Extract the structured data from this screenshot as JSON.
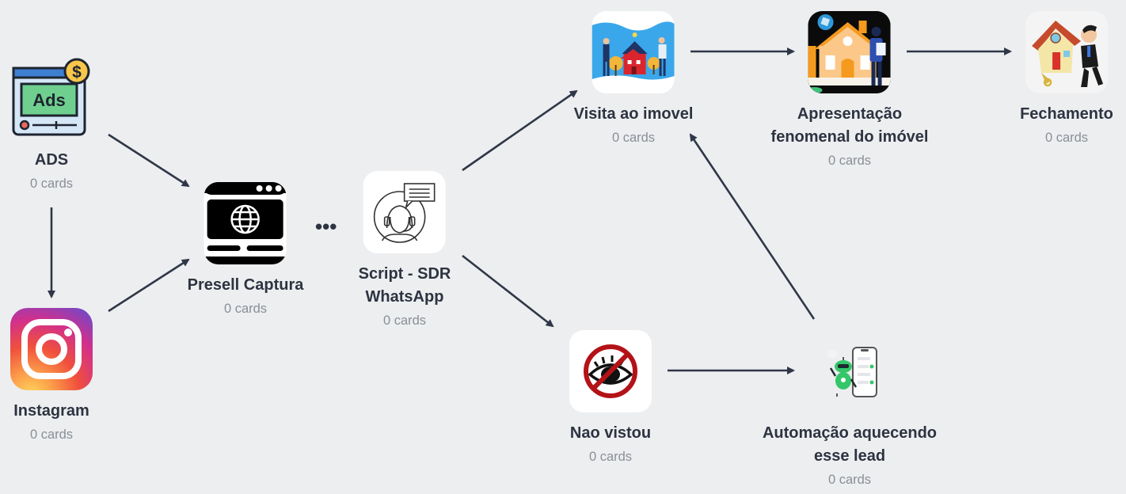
{
  "nodes": [
    {
      "id": "ads",
      "title_lines": [
        "ADS"
      ],
      "count": "0 cards",
      "icon": "ads-icon"
    },
    {
      "id": "instagram",
      "title_lines": [
        "Instagram"
      ],
      "count": "0 cards",
      "icon": "instagram-icon"
    },
    {
      "id": "presell",
      "title_lines": [
        "Presell Captura"
      ],
      "count": "0 cards",
      "icon": "browser-globe-icon"
    },
    {
      "id": "script",
      "title_lines": [
        "Script - SDR",
        "WhatsApp"
      ],
      "count": "0 cards",
      "icon": "sdr-headset-icon"
    },
    {
      "id": "visita",
      "title_lines": [
        "Visita ao imovel"
      ],
      "count": "0 cards",
      "icon": "house-visit-icon"
    },
    {
      "id": "apresentacao",
      "title_lines": [
        "Apresentação",
        "fenomenal do imóvel"
      ],
      "count": "0 cards",
      "icon": "house-presentation-icon"
    },
    {
      "id": "fechamento",
      "title_lines": [
        "Fechamento"
      ],
      "count": "0 cards",
      "icon": "man-carrying-house-icon"
    },
    {
      "id": "naovistou",
      "title_lines": [
        "Nao vistou"
      ],
      "count": "0 cards",
      "icon": "no-eye-icon"
    },
    {
      "id": "automacao",
      "title_lines": [
        "Automação aquecendo",
        "esse lead"
      ],
      "count": "0 cards",
      "icon": "robot-chat-icon"
    }
  ],
  "edges": [
    {
      "from": "ads",
      "to": "presell"
    },
    {
      "from": "ads",
      "to": "instagram"
    },
    {
      "from": "instagram",
      "to": "presell"
    },
    {
      "from": "script",
      "to": "visita"
    },
    {
      "from": "script",
      "to": "naovistou"
    },
    {
      "from": "visita",
      "to": "apresentacao"
    },
    {
      "from": "apresentacao",
      "to": "fechamento"
    },
    {
      "from": "naovistou",
      "to": "automacao"
    },
    {
      "from": "automacao",
      "to": "visita"
    }
  ],
  "more_menu": "•••",
  "colors": {
    "edge": "#2f3747",
    "background": "#eceef0",
    "title": "#2d3340",
    "count": "#8a8f97"
  }
}
